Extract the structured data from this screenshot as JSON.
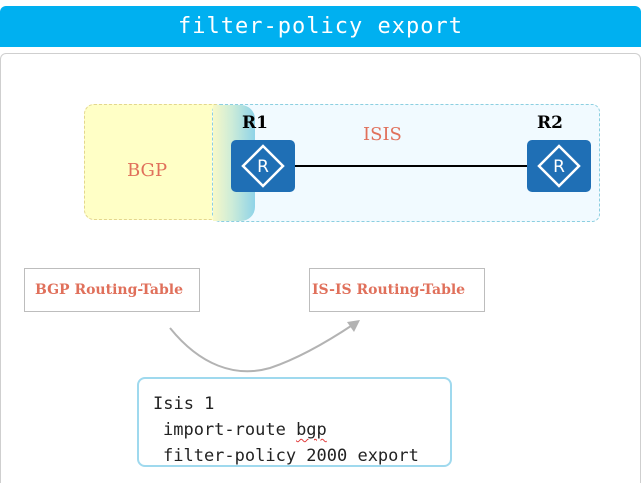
{
  "title": "filter-policy export",
  "zones": {
    "bgp_label": "BGP",
    "isis_label": "ISIS"
  },
  "routers": [
    {
      "name": "R1",
      "icon": "router-icon"
    },
    {
      "name": "R2",
      "icon": "router-icon"
    }
  ],
  "tables": {
    "bgp": "BGP Routing-Table",
    "isis": "IS-IS Routing-Table"
  },
  "config": {
    "line1": "Isis 1",
    "line2_prefix": "import-route ",
    "line2_keyword": "bgp",
    "line3": "filter-policy 2000 export"
  },
  "colors": {
    "title_bar": "#00b0f0",
    "router": "#1f6fb5",
    "label_text": "#e0705b",
    "bgp_zone": "#ffffc6",
    "isis_zone": "#f1faff"
  }
}
